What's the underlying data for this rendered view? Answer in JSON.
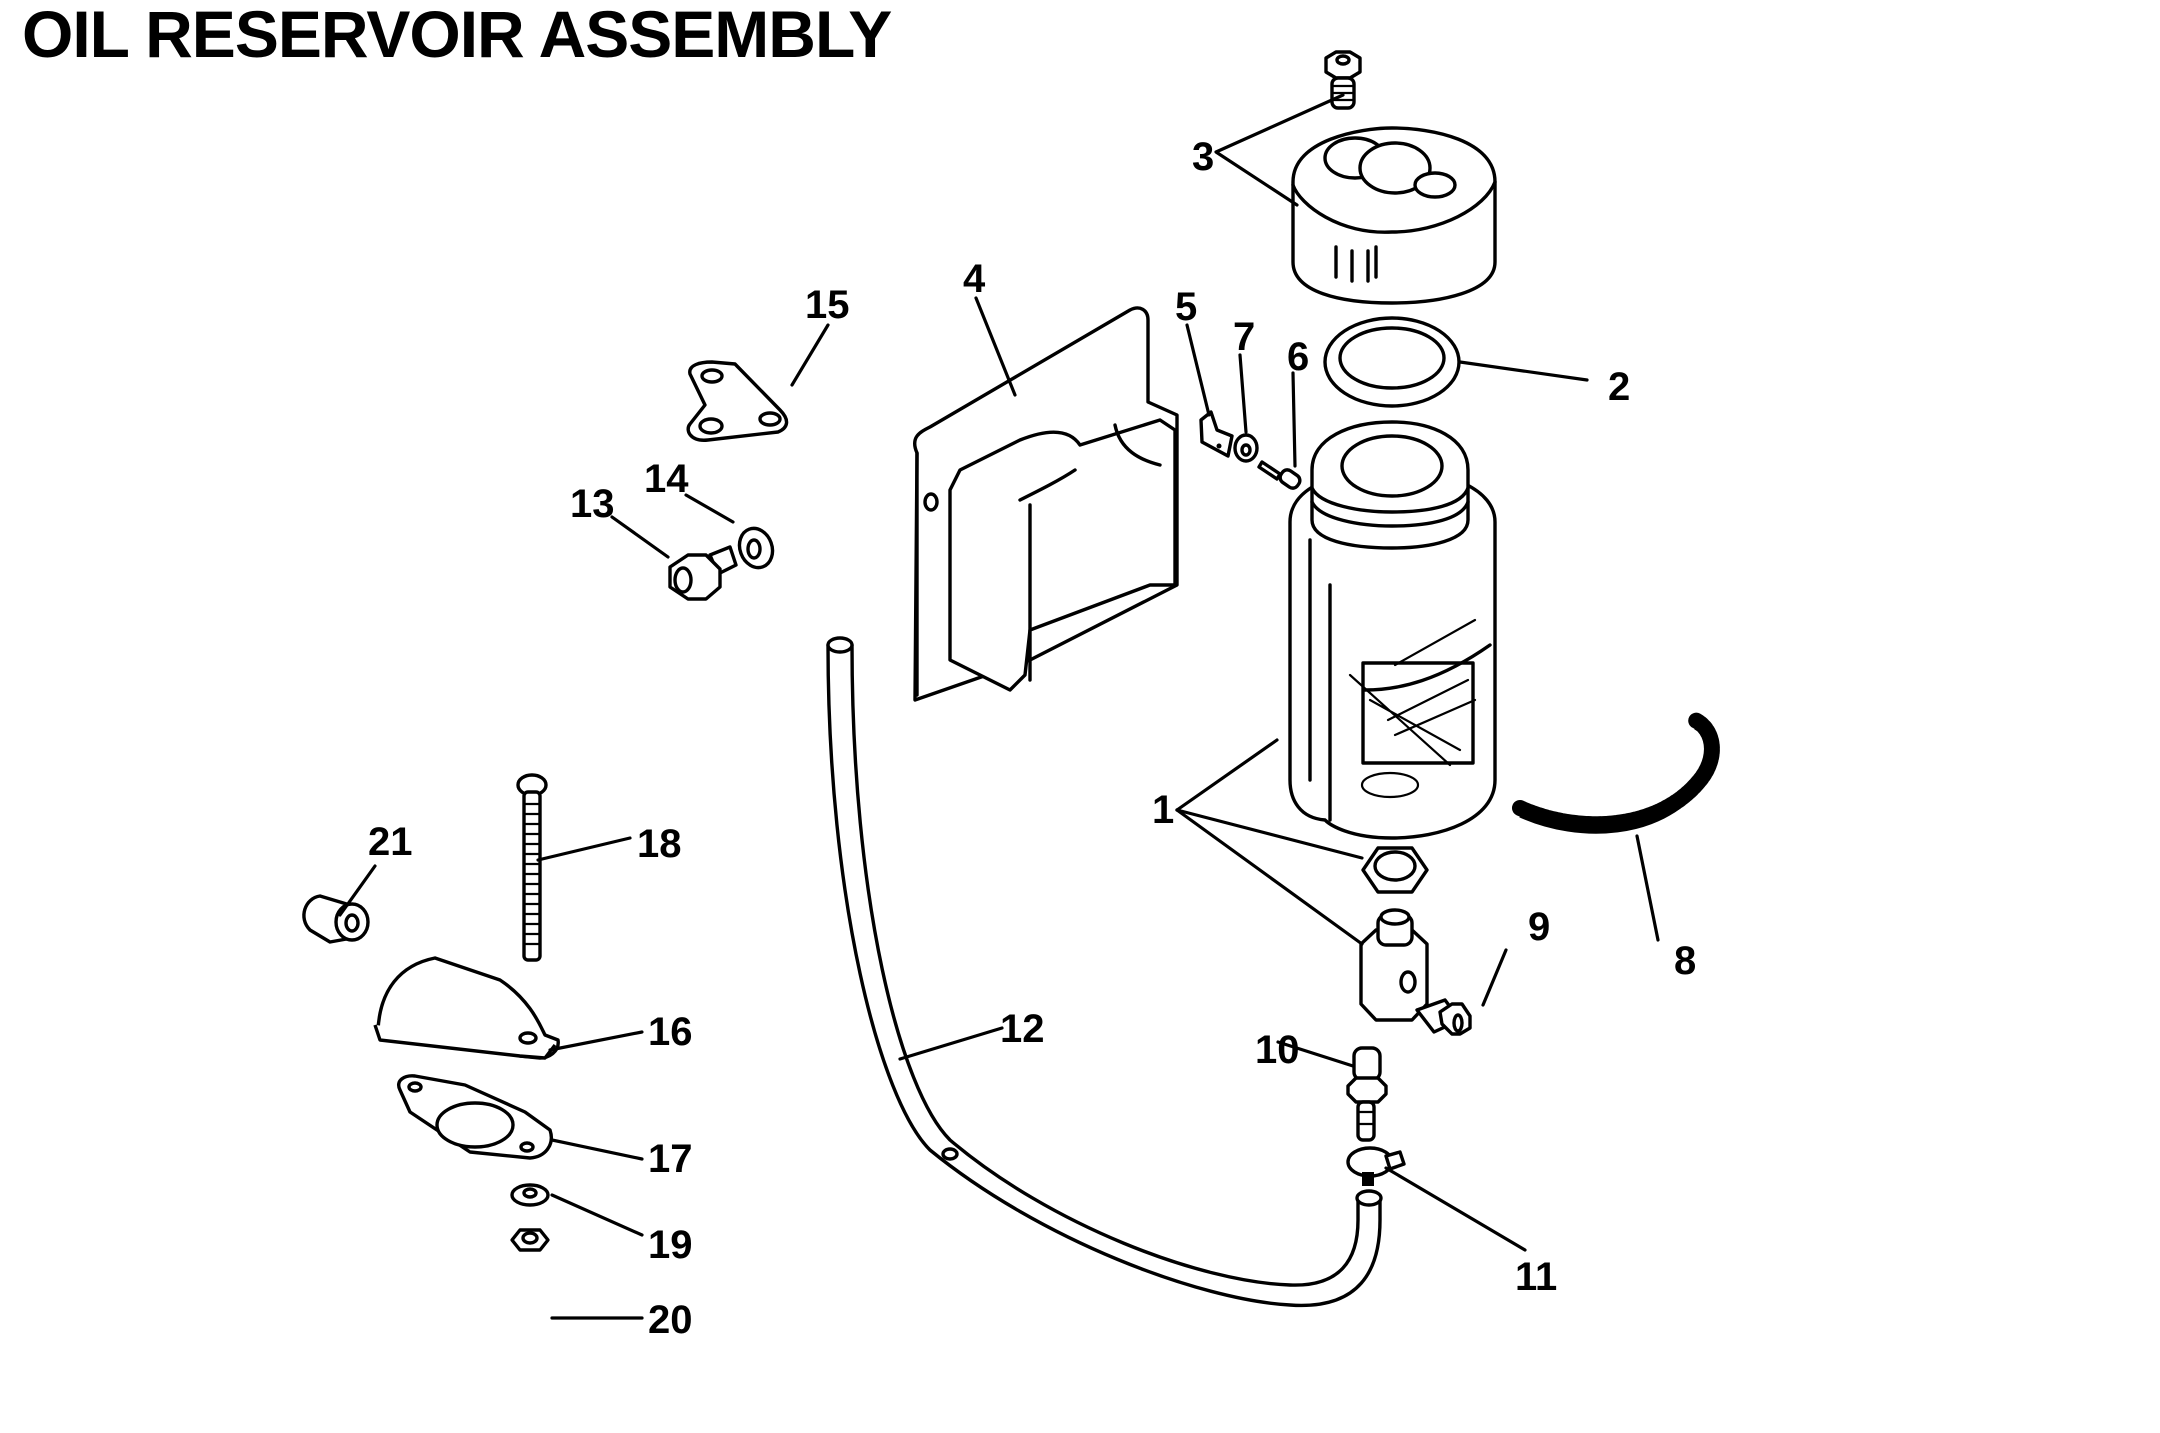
{
  "title": "OIL RESERVOIR ASSEMBLY",
  "callouts": [
    {
      "id": "1",
      "part": "reservoir-bottle-with-nut-and-fitting"
    },
    {
      "id": "2",
      "part": "seal-ring"
    },
    {
      "id": "3",
      "part": "cap-with-screw"
    },
    {
      "id": "4",
      "part": "mounting-bracket"
    },
    {
      "id": "5",
      "part": "clip"
    },
    {
      "id": "6",
      "part": "screw"
    },
    {
      "id": "7",
      "part": "washer"
    },
    {
      "id": "8",
      "part": "spring"
    },
    {
      "id": "9",
      "part": "plug"
    },
    {
      "id": "10",
      "part": "hose-fitting"
    },
    {
      "id": "11",
      "part": "hose-clamp"
    },
    {
      "id": "12",
      "part": "hose"
    },
    {
      "id": "13",
      "part": "fitting"
    },
    {
      "id": "14",
      "part": "washer"
    },
    {
      "id": "15",
      "part": "plate"
    },
    {
      "id": "16",
      "part": "cover"
    },
    {
      "id": "17",
      "part": "gasket"
    },
    {
      "id": "18",
      "part": "screw"
    },
    {
      "id": "19",
      "part": "washer"
    },
    {
      "id": "20",
      "part": "nut"
    },
    {
      "id": "21",
      "part": "grommet"
    }
  ]
}
